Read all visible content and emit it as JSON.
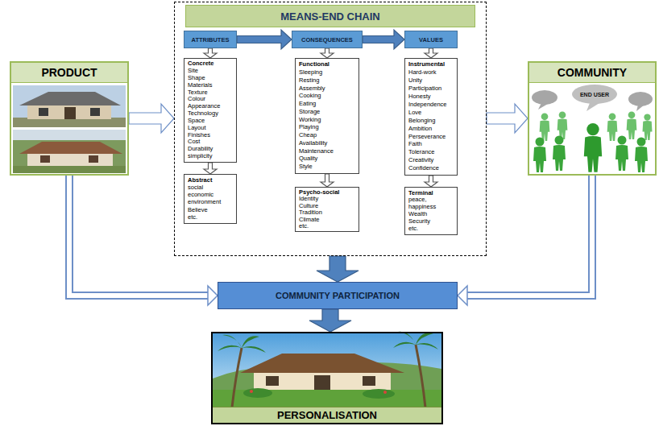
{
  "diagram": {
    "nodes": [
      {
        "text": [
          "MEANS-END CHAIN"
        ]
      },
      {
        "text": [
          "ATTRIBUTES"
        ],
        "in": 0
      },
      {
        "text": [
          "CONSEQUENCES"
        ],
        "in": 0
      },
      {
        "text": [
          "VALUES"
        ],
        "in": 0
      },
      {
        "text": [
          "Concrete",
          "Site",
          "Shape",
          "Materials",
          "Texture",
          "Colour",
          "Appearance",
          "Technology",
          "Space",
          "Layout",
          "Finishes",
          "Cost",
          "Durability",
          "simplicity"
        ],
        "in": 0
      },
      {
        "text": [
          "Functional",
          "Sleeping",
          "Resting",
          "Assembly",
          "Cooking",
          "Eating",
          "Storage",
          "Working",
          "Playing",
          "Cheap",
          "Availability",
          "Maintenance",
          "Quality",
          "Style"
        ],
        "in": 0
      },
      {
        "text": [
          "Instrumental",
          "Hard-work",
          "Unity",
          "Participation",
          "Honesty",
          "Independence",
          "Love",
          "Belonging",
          "Ambition",
          "Perseverance",
          "Faith",
          "Tolerance",
          "Creativity",
          "Confidence"
        ],
        "in": 0
      },
      {
        "text": [
          "Abstract",
          "social",
          "economic",
          "environment",
          "Believe",
          "etc."
        ],
        "in": 0
      },
      {
        "text": [
          "Psycho-social",
          "Identity",
          "Culture",
          "Tradition",
          "Climate",
          "etc."
        ],
        "in": 0
      },
      {
        "text": [
          "Terminal",
          "peace,",
          "happiness",
          "Wealth",
          "Security",
          "etc."
        ],
        "in": 0
      },
      {
        "text": [
          "PRODUCT"
        ]
      },
      {
        "text": [
          "COMMUNITY"
        ]
      },
      {
        "text": [
          "COMMUNITY PARTICIPATION"
        ]
      },
      {
        "text": [
          "PERSONALISATION"
        ]
      }
    ],
    "edges": [
      {
        "from": 1,
        "to": 2,
        "arrow": "to"
      },
      {
        "from": 2,
        "to": 3,
        "arrow": "to"
      },
      {
        "from": 1,
        "to": 4,
        "arrow": "to"
      },
      {
        "from": 2,
        "to": 5,
        "arrow": "to"
      },
      {
        "from": 3,
        "to": 6,
        "arrow": "to"
      },
      {
        "from": 4,
        "to": 7,
        "arrow": "to"
      },
      {
        "from": 5,
        "to": 8,
        "arrow": "to"
      },
      {
        "from": 6,
        "to": 9,
        "arrow": "to"
      },
      {
        "from": 10,
        "to": 0,
        "arrow": "to"
      },
      {
        "from": 0,
        "to": 11,
        "arrow": "to"
      },
      {
        "from": 10,
        "to": 12,
        "arrow": "to"
      },
      {
        "from": 11,
        "to": 12,
        "arrow": "to"
      },
      {
        "from": 0,
        "to": 12,
        "arrow": "to"
      },
      {
        "from": 12,
        "to": 13,
        "arrow": "to"
      }
    ],
    "labels": [
      "END USER"
    ]
  }
}
